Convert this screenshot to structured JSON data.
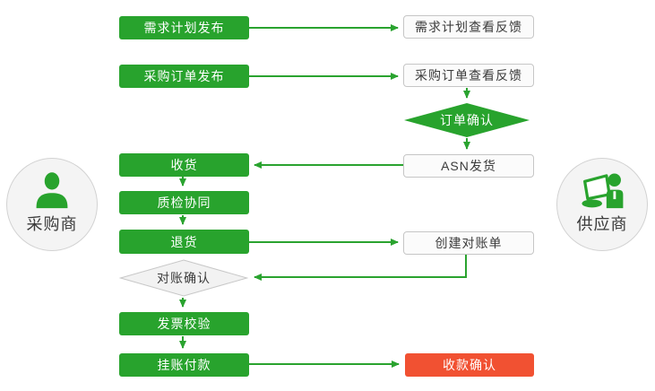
{
  "palette": {
    "green": "#28a32d",
    "red": "#f15132",
    "white_box_fill": "#fbfbfb",
    "white_box_border": "#c6c6c6",
    "gray_diamond_fill": "#f2f2f2",
    "gray_diamond_border": "#c8c8c8",
    "dark_text": "#3b3b3b",
    "light_text": "#ffffff"
  },
  "actors": {
    "buyer": "采购商",
    "supplier": "供应商"
  },
  "icons": {
    "buyer": "person-icon",
    "supplier": "person-laptop-icon"
  },
  "nodes": {
    "demand_plan_publish": "需求计划发布",
    "demand_plan_feedback": "需求计划查看反馈",
    "po_publish": "采购订单发布",
    "po_feedback": "采购订单查看反馈",
    "order_confirm": "订单确认",
    "asn_ship": "ASN发货",
    "receive_goods": "收货",
    "quality_collab": "质检协同",
    "return_goods": "退货",
    "create_statement": "创建对账单",
    "statement_confirm": "对账确认",
    "invoice_check": "发票校验",
    "book_payment": "挂账付款",
    "payment_confirm": "收款确认"
  }
}
